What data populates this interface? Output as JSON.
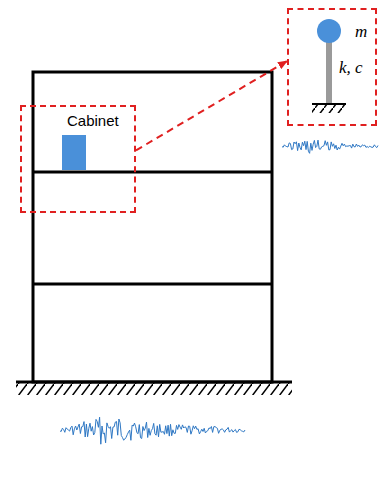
{
  "diagram": {
    "nodes": [
      {
        "text": [
          "Cabinet"
        ]
      },
      {
        "text": [
          "m",
          "k, c"
        ]
      }
    ],
    "edges": [
      {
        "from": 0,
        "to": 1,
        "arrow": "to"
      }
    ]
  }
}
